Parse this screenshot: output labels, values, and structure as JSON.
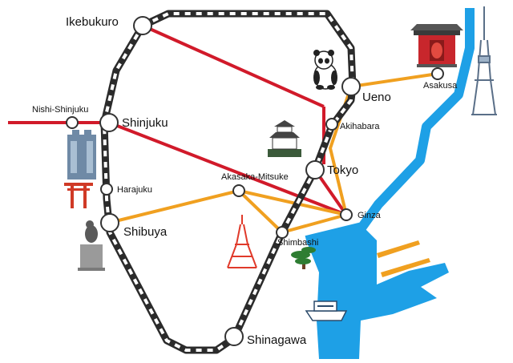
{
  "map": {
    "colors": {
      "loop_dark": "#2b2b2b",
      "loop_light": "#ffffff",
      "red_line": "#d11a2a",
      "orange_line": "#f0a020",
      "water": "#1ea0e6"
    },
    "stations": {
      "ikebukuro": "Ikebukuro",
      "nishi_shinjuku": "Nishi-Shinjuku",
      "shinjuku": "Shinjuku",
      "harajuku": "Harajuku",
      "shibuya": "Shibuya",
      "shinagawa": "Shinagawa",
      "ueno": "Ueno",
      "asakusa": "Asakusa",
      "akihabara": "Akihabara",
      "tokyo": "Tokyo",
      "akasaka_mitsuke": "Akasaka-Mitsuke",
      "ginza": "Ginza",
      "shimbashi": "Shimbashi"
    },
    "landmark_icons": [
      "kaminarimon-gate-icon",
      "skytree-tower-icon",
      "panda-icon",
      "castle-icon",
      "government-building-icon",
      "torii-gate-icon",
      "hachiko-statue-icon",
      "tokyo-tower-icon",
      "pine-tree-icon",
      "ferry-boat-icon"
    ]
  }
}
